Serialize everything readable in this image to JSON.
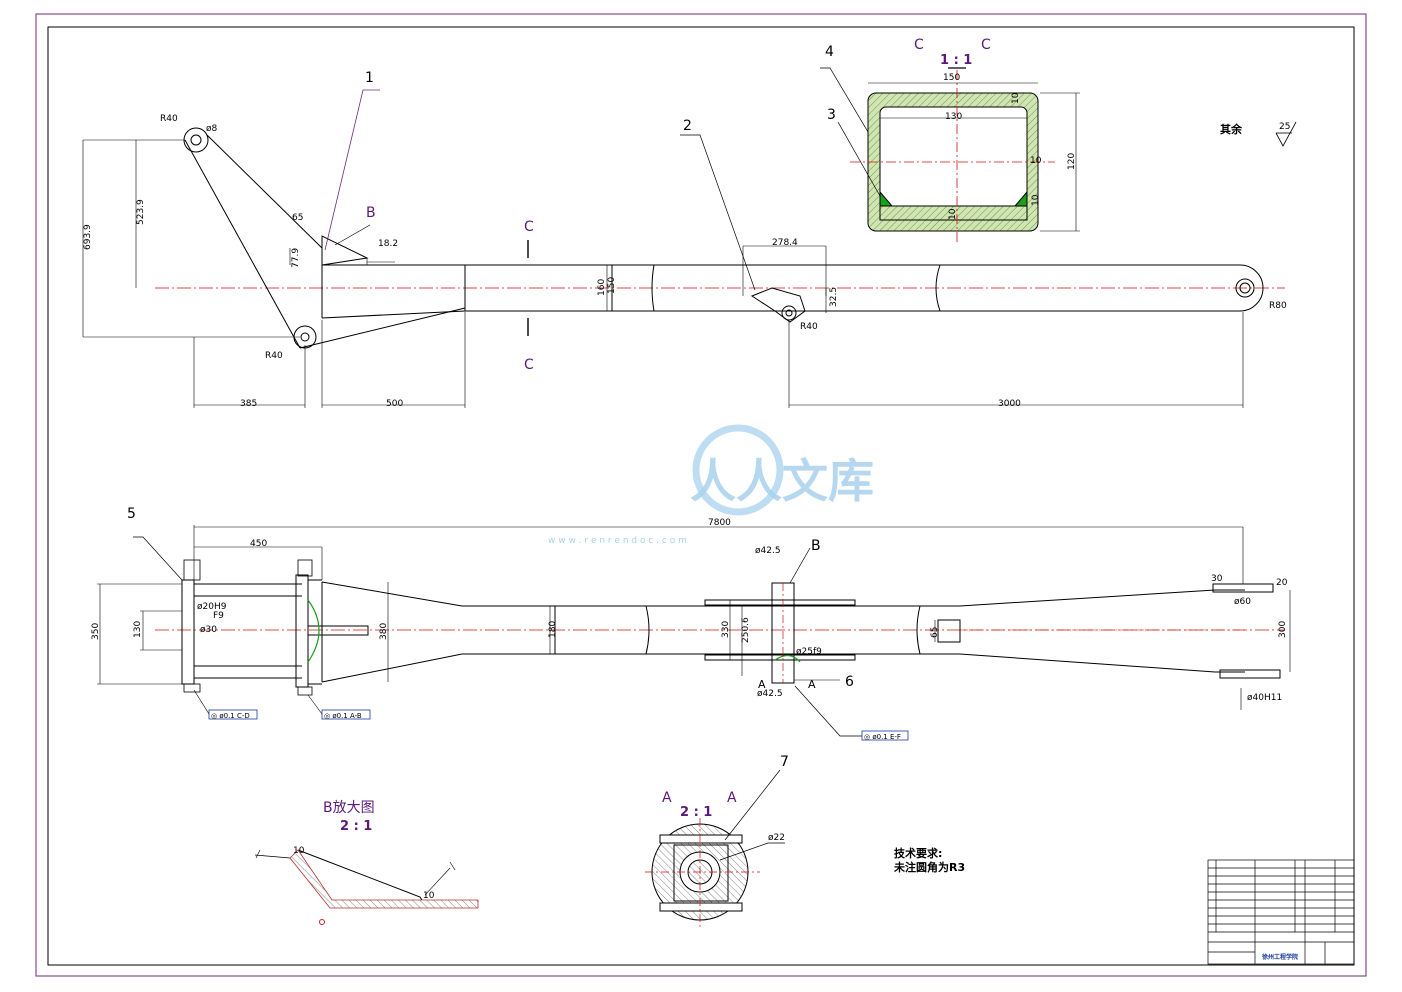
{
  "colors": {
    "border": "#6b2a7a",
    "outline": "#000000",
    "center_line": "#d01010",
    "section_fill": "#cfe6b0",
    "weld_green": "#1aa01a",
    "watermark": "#a9d2ee",
    "frame_box": "#1a3aa0"
  },
  "labels": {
    "part_1": "1",
    "part_2": "2",
    "part_3": "3",
    "part_4": "4",
    "part_5": "5",
    "part_6": "6",
    "part_7": "7",
    "detail_b_top": "B",
    "detail_b_mid": "B",
    "sec_c_top": "C",
    "sec_c_bottom": "C",
    "sec_cc_left": "C",
    "sec_cc_right": "C",
    "sec_cc_scale": "1 : 1",
    "sec_aa_left": "A",
    "sec_aa_right": "A",
    "sec_aa_scale": "2 : 1",
    "sec_a_left": "A",
    "sec_a_right": "A",
    "b_detail_title": "B放大图",
    "b_detail_scale": "2 : 1",
    "roughness_text": "其余",
    "roughness_value": "25"
  },
  "dimensions": {
    "r40_top": "R40",
    "d8": "ø8",
    "d693": "693.9",
    "d523": "523.9",
    "d65": "65",
    "d77": "77.9",
    "d182": "18.2",
    "r40_left": "R40",
    "d385": "385",
    "d500": "500",
    "d160": "160",
    "d150": "150",
    "d2784": "278.4",
    "d325": "32.5",
    "r40_mid": "R40",
    "r80": "R80",
    "d3000": "3000",
    "cc_150": "150",
    "cc_130": "130",
    "cc_120": "120",
    "cc_10a": "10",
    "cc_10b": "10",
    "cc_10c": "10",
    "cc_10d": "10",
    "d7800": "7800",
    "d450": "450",
    "d350": "350",
    "d130": "130",
    "d20h": "ø20H9",
    "f9": "F9",
    "d30": "ø30",
    "d380": "380",
    "d180": "180",
    "d330": "330",
    "d2506": "250.6",
    "d425t": "ø42.5",
    "d25f9": "ø25f9",
    "d425b": "ø42.5",
    "d65b": "65",
    "d30r": "30",
    "d20r": "20",
    "d60": "ø60",
    "d300": "300",
    "d40h11": "ø40H11",
    "d22": "ø22",
    "b10a": "10",
    "b10b": "10"
  },
  "tolerances": {
    "t1": "◎ ø0.1 C-D",
    "t2": "◎ ø0.1 A-B",
    "t3": "◎ ø0.1 E-F"
  },
  "notes": {
    "title": "技术要求:",
    "line1": "未注圆角为R3"
  },
  "title_block": {
    "school": "徐州工程学院"
  },
  "watermark": {
    "text": "人人文库",
    "url": "w w w . r e n r e n d o c . c o m"
  }
}
